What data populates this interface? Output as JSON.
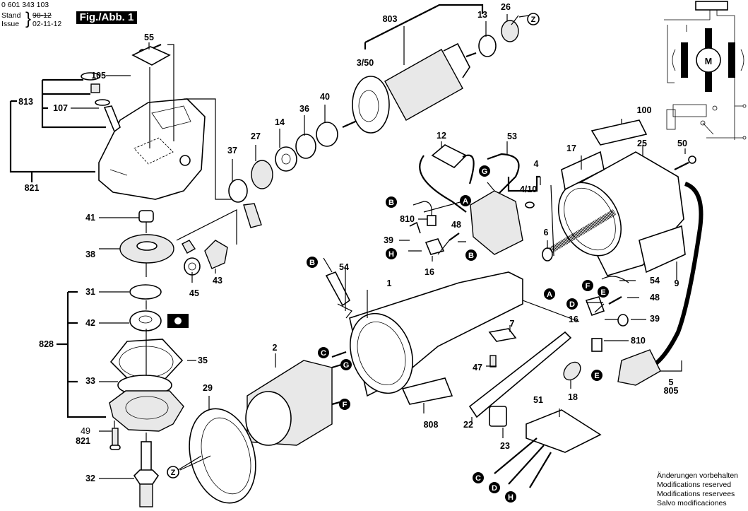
{
  "header": {
    "part_number": "0 601 343 103",
    "stand_label": "Stand",
    "issue_label": "Issue",
    "old_date_struck": "98-12",
    "issue_date": "02-11-12",
    "figure_label": "Fig./Abb. 1"
  },
  "footer_notes": [
    "Änderungen vorbehalten",
    "Modifications reserved",
    "Modifications reservees",
    "Salvo modificaciones"
  ],
  "circuit": {
    "motor_label": "M"
  },
  "callouts": {
    "p55": "55",
    "p105": "105",
    "p813": "813",
    "p107": "107",
    "p821a": "821",
    "p37": "37",
    "p27": "27",
    "p14": "14",
    "p36": "36",
    "p40": "40",
    "p803": "803",
    "p350": "3/50",
    "p13": "13",
    "p26": "26",
    "p41": "41",
    "p38": "38",
    "p45": "45",
    "p43": "43",
    "p31": "31",
    "p42": "42",
    "p828": "828",
    "p35": "35",
    "p33": "33",
    "p49": "49",
    "p821b": "821",
    "p32": "32",
    "p29": "29",
    "p2": "2",
    "p54a": "54",
    "p1": "1",
    "p808": "808",
    "p22": "22",
    "p23": "23",
    "p47": "47",
    "p7": "7",
    "p18": "18",
    "p51": "51",
    "p12": "12",
    "p53": "53",
    "p4": "4",
    "p410": "4/10",
    "p810a": "810",
    "p39a": "39",
    "p48a": "48",
    "p16a": "16",
    "p6": "6",
    "p17": "17",
    "p100": "100",
    "p25": "25",
    "p50": "50",
    "p54b": "54",
    "p48b": "48",
    "p9": "9",
    "p16b": "16",
    "p39b": "39",
    "p810b": "810",
    "p5": "5",
    "p805": "805"
  },
  "connectors": {
    "A": "A",
    "B": "B",
    "C": "C",
    "D": "D",
    "E": "E",
    "F": "F",
    "G": "G",
    "H": "H",
    "Z": "Z"
  }
}
